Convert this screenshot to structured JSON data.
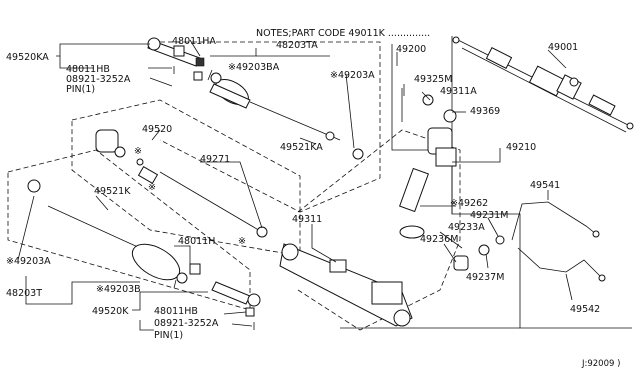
{
  "note": "NOTES;PART CODE 49011K ..............",
  "diagram_code": "J:92009 )",
  "labels": {
    "p49520KA": "49520KA",
    "p48011HA": "48011HA",
    "p48011HB_top": "48011HB",
    "p08921_top": "08921-3252A",
    "pin_top": "PIN(1)",
    "p48203TA": "48203TA",
    "p49203BA": "※49203BA",
    "p49203A_top": "※49203A",
    "p49200": "49200",
    "p49001": "49001",
    "p49325M": "49325M",
    "p49311A": "49311A",
    "p49369": "49369",
    "p49520": "49520",
    "p49521KA": "49521KA",
    "p49271": "49271",
    "p49210": "49210",
    "p49521K": "49521K",
    "p49203A_left": "※49203A",
    "p48011H": "48011H",
    "p49203B": "※49203B",
    "p48203T": "48203T",
    "p49311": "49311",
    "p49262": "※49262",
    "p49231M": "49231M",
    "p49233A": "49233A",
    "p49236M": "49236M",
    "p49237M": "49237M",
    "p49541": "49541",
    "p49542": "49542",
    "p49520K": "49520K",
    "p48011HB_bot": "48011HB",
    "p08921_bot": "08921-3252A",
    "pin_bot": "PIN(1)",
    "star": "※"
  }
}
